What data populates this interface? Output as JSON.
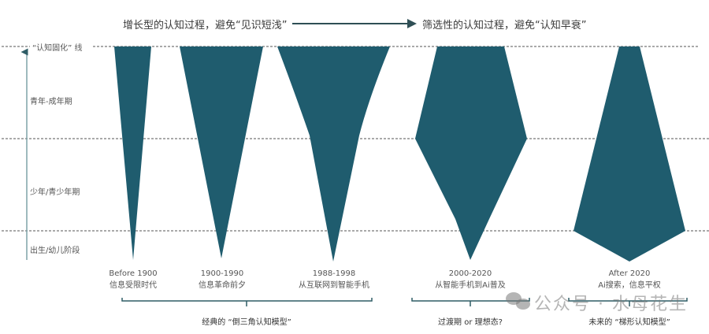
{
  "header": {
    "left_title": "增长型的认知过程，避免“见识短浅”",
    "right_title": "筛选性的认知过程，避免“认知早衰”"
  },
  "y_axis": {
    "fixation_line_label": "“认知固化” 线",
    "bands": [
      {
        "label": "青年-成年期"
      },
      {
        "label": "少年/青少年期"
      },
      {
        "label": "出生/幼儿阶段"
      }
    ]
  },
  "eras": [
    {
      "period": "Before 1900",
      "desc": "信息受限时代"
    },
    {
      "period": "1900-1990",
      "desc": "信息革命前夕"
    },
    {
      "period": "1988-1998",
      "desc": "从互联网到智能手机"
    },
    {
      "period": "2000-2020",
      "desc": "从智能手机到Ai普及"
    },
    {
      "period": "After 2020",
      "desc": "Ai搜索，信息平权"
    }
  ],
  "groups": [
    {
      "label": "经典的 “倒三角认知模型”"
    },
    {
      "label": "过渡期 or 理想态?"
    },
    {
      "label": "未来的 “梯形认知模型”"
    }
  ],
  "watermark": {
    "icon": "wechat-icon",
    "text": "公众号 · 水母花生"
  },
  "colors": {
    "shape_fill": "#1f5c6e",
    "axis": "#7fa3a8",
    "bracket": "#2f5d66",
    "dashed": "#555555"
  }
}
